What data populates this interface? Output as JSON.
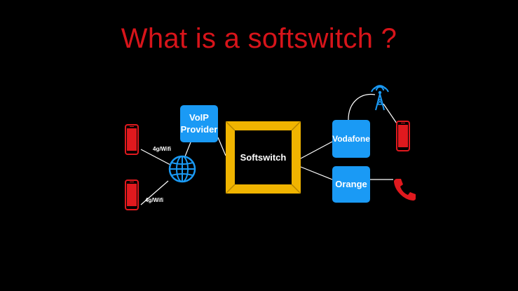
{
  "title": "What is a softswitch ?",
  "nodes": {
    "voip_provider": "VoIP\nProvider",
    "softswitch": "Softswitch",
    "vodafone": "Vodafone",
    "orange": "Orange"
  },
  "connections": {
    "phone_top_label": "4g/Wifi",
    "phone_bottom_label": "4g/Wifi"
  },
  "colors": {
    "title": "#d7141a",
    "box": "#1a9af5",
    "softswitch_frame": "#f0b400",
    "phone": "#e0191e",
    "line": "#ffffff",
    "background": "#000000"
  },
  "icons": {
    "phone_left_top": "mobile-phone-icon",
    "phone_left_bottom": "mobile-phone-icon",
    "globe": "globe-icon",
    "antenna": "antenna-tower-icon",
    "phone_right": "mobile-phone-icon",
    "handset": "telephone-handset-icon"
  }
}
